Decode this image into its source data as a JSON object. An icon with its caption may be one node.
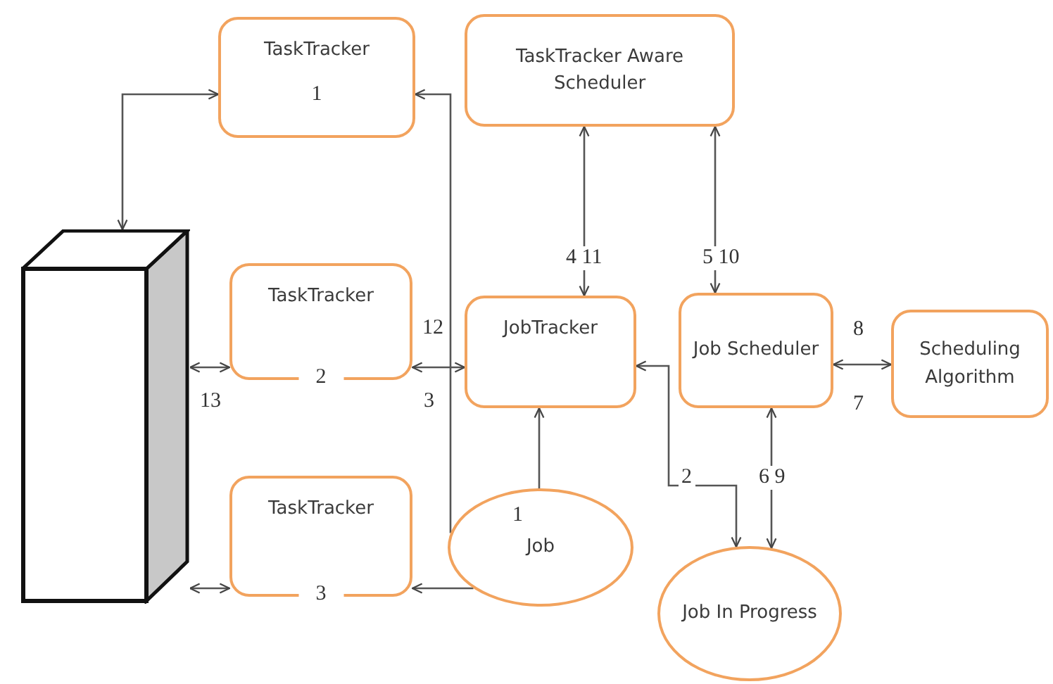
{
  "diagram": {
    "nodes": [
      {
        "text": [],
        "shape": "box"
      },
      {
        "text": [
          "TaskTracker",
          "1"
        ]
      },
      {
        "text": [
          "TaskTracker Aware Scheduler"
        ]
      },
      {
        "text": [
          "TaskTracker",
          "2"
        ]
      },
      {
        "text": [
          "JobTracker"
        ]
      },
      {
        "text": [
          "Job Scheduler"
        ]
      },
      {
        "text": [
          "Scheduling Algorithm"
        ]
      },
      {
        "text": [
          "TaskTracker",
          "3"
        ]
      },
      {
        "text": [
          "Job"
        ]
      },
      {
        "text": [
          "Job In Progress"
        ]
      }
    ],
    "edges": [
      {
        "from": 0,
        "to": 1,
        "arrow": "both"
      },
      {
        "from": 8,
        "to": 1,
        "arrow": "to",
        "label": "12"
      },
      {
        "from": 0,
        "to": 3,
        "arrow": "both",
        "label": "13"
      },
      {
        "from": 3,
        "to": 4,
        "arrow": "both",
        "label": "3"
      },
      {
        "from": 0,
        "to": 7,
        "arrow": "both"
      },
      {
        "from": 8,
        "to": 7,
        "arrow": "to"
      },
      {
        "from": 8,
        "to": 4,
        "arrow": "to",
        "label": "1"
      },
      {
        "from": 4,
        "to": 2,
        "arrow": "both",
        "label": "4 11"
      },
      {
        "from": 5,
        "to": 2,
        "arrow": "both",
        "label": "5 10"
      },
      {
        "from": 5,
        "to": 6,
        "arrow": "both",
        "label": "8"
      },
      {
        "from": 4,
        "to": 9,
        "arrow": "both",
        "label": "2"
      },
      {
        "from": 5,
        "to": 9,
        "arrow": "both",
        "label": "6 9"
      }
    ],
    "labels": [
      "7"
    ]
  }
}
